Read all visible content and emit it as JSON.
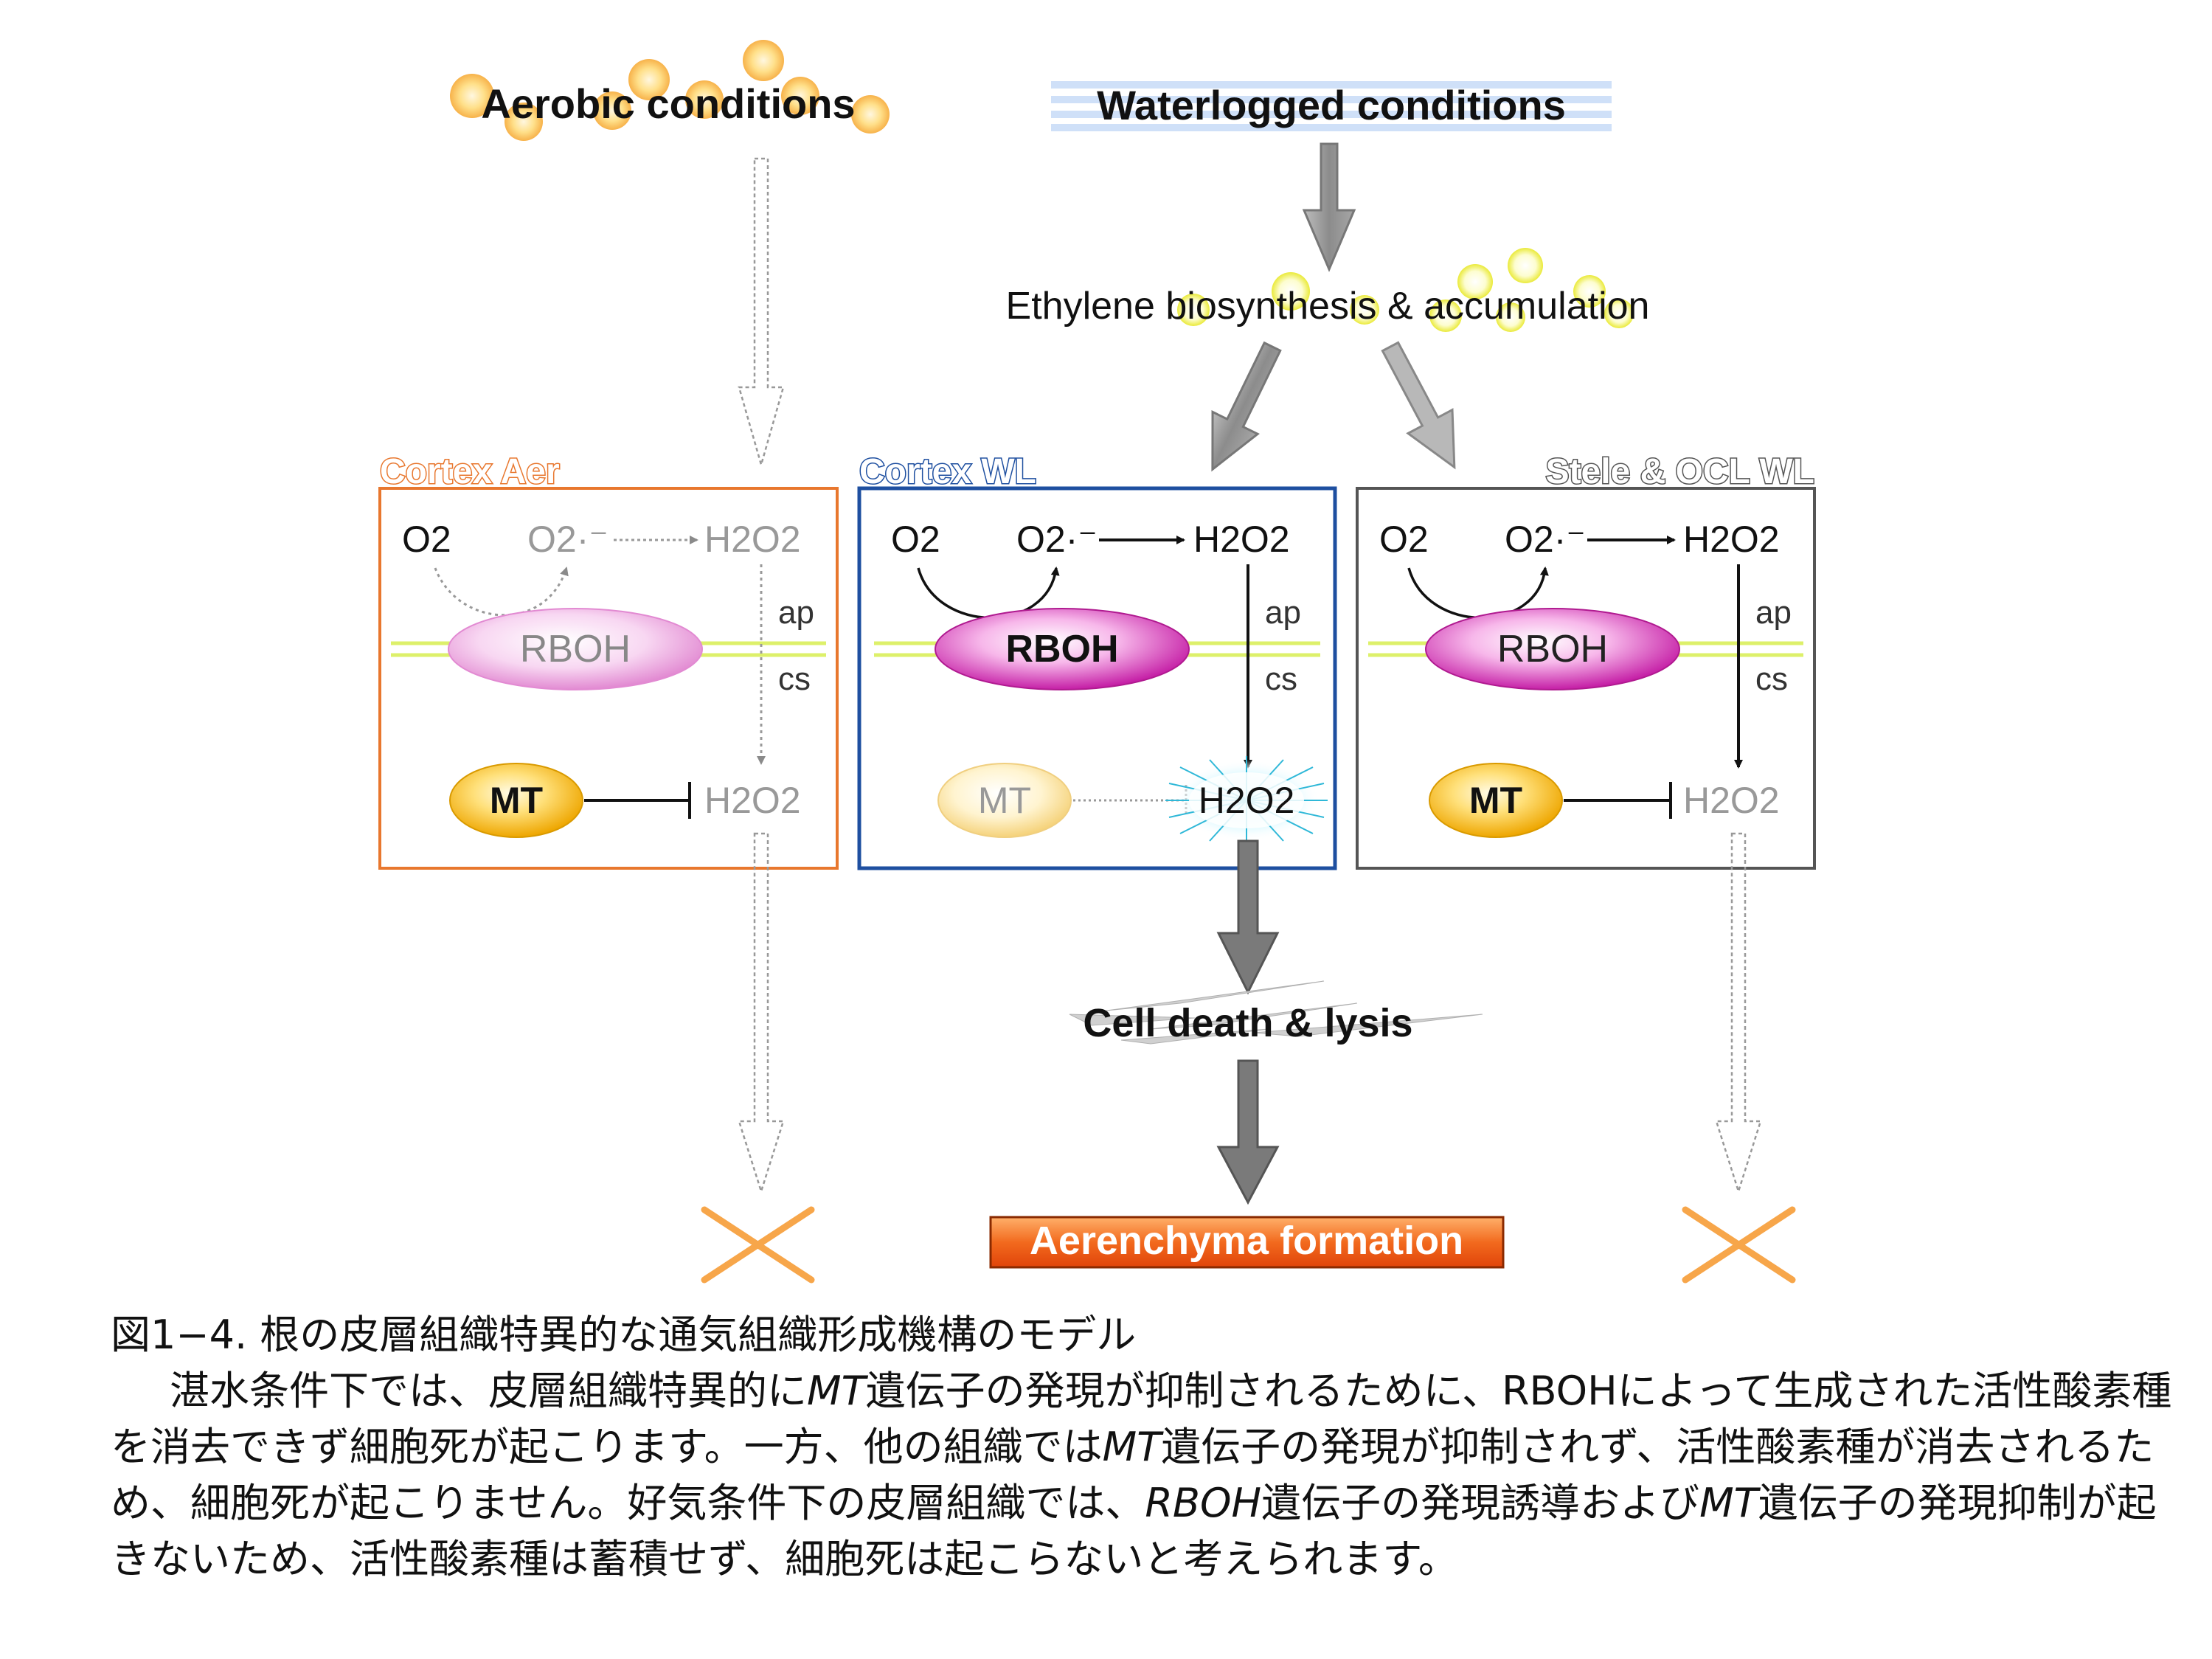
{
  "conditions": {
    "aerobic": "Aerobic conditions",
    "waterlogged": "Waterlogged conditions",
    "ethylene": "Ethylene biosynthesis & accumulation"
  },
  "panels": {
    "cortex_aer": {
      "title": "Cortex Aer",
      "o2": "O2",
      "superoxide": "O2·⁻",
      "h2o2_top": "H2O2",
      "rboh": "RBOH",
      "ap": "ap",
      "cs": "cs",
      "mt": "MT",
      "h2o2_bottom": "H2O2"
    },
    "cortex_wl": {
      "title": "Cortex WL",
      "o2": "O2",
      "superoxide": "O2·⁻",
      "h2o2_top": "H2O2",
      "rboh": "RBOH",
      "ap": "ap",
      "cs": "cs",
      "mt": "MT",
      "h2o2_bottom": "H2O2"
    },
    "stele_ocl_wl": {
      "title": "Stele & OCL WL",
      "o2": "O2",
      "superoxide": "O2·⁻",
      "h2o2_top": "H2O2",
      "rboh": "RBOH",
      "ap": "ap",
      "cs": "cs",
      "mt": "MT",
      "h2o2_bottom": "H2O2"
    }
  },
  "outcomes": {
    "cell_death": "Cell death & lysis",
    "aerenchyma": "Aerenchyma formation"
  },
  "caption": {
    "title": "図1−4. 根の皮層組織特異的な通気組織形成機構のモデル",
    "b1": "湛水条件下では、皮層組織特異的に",
    "b2": "MT",
    "b3": "遺伝子の発現が抑制されるために、RBOHによって生成された活性酸素種を消去できず細胞死が起こります。一方、他の組織では",
    "b4": "MT",
    "b5": "遺伝子の発現が抑制されず、活性酸素種が消去されるため、細胞死が起こりません。好気条件下の皮層組織では、",
    "b6": "RBOH",
    "b7": "遺伝子の発現誘導および",
    "b8": "MT",
    "b9": "遺伝子の発現抑制が起きないため、活性酸素種は蓄積せず、細胞死は起こらないと考えられます。"
  },
  "colors": {
    "aer": "#e8772e",
    "wl": "#1e4fa0",
    "stele": "#555555",
    "membrane": "#ddf06a",
    "rboh": "#cf2fb5",
    "mt": "#f2b400",
    "aerenchyma": "#f05a10"
  }
}
